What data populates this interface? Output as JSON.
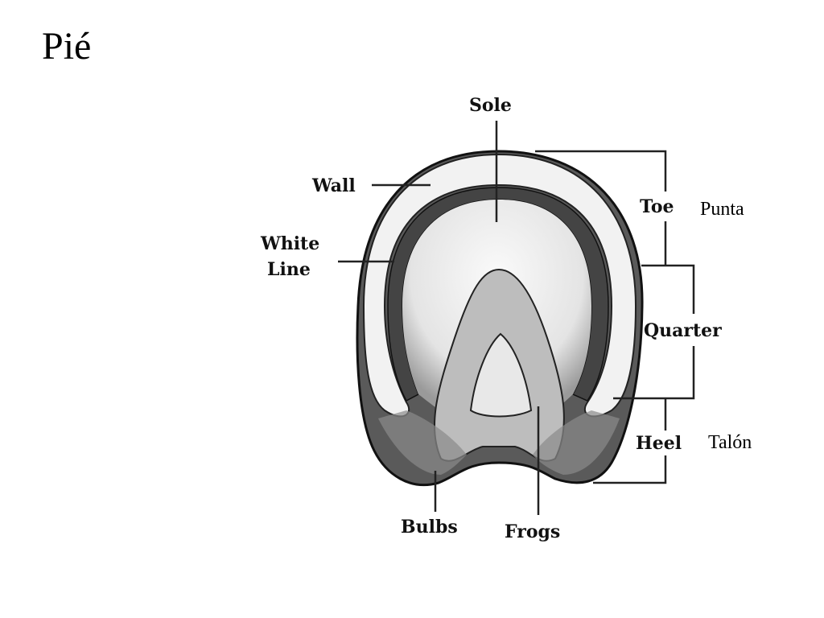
{
  "slide": {
    "title": "Pié"
  },
  "diagram": {
    "labels": {
      "sole": "Sole",
      "wall": "Wall",
      "white_line_1": "White",
      "white_line_2": "Line",
      "toe": "Toe",
      "quarter": "Quarter",
      "heel": "Heel",
      "bulbs": "Bulbs",
      "frogs": "Frogs"
    },
    "translations": {
      "toe": "Punta",
      "heel": "Talón"
    }
  }
}
